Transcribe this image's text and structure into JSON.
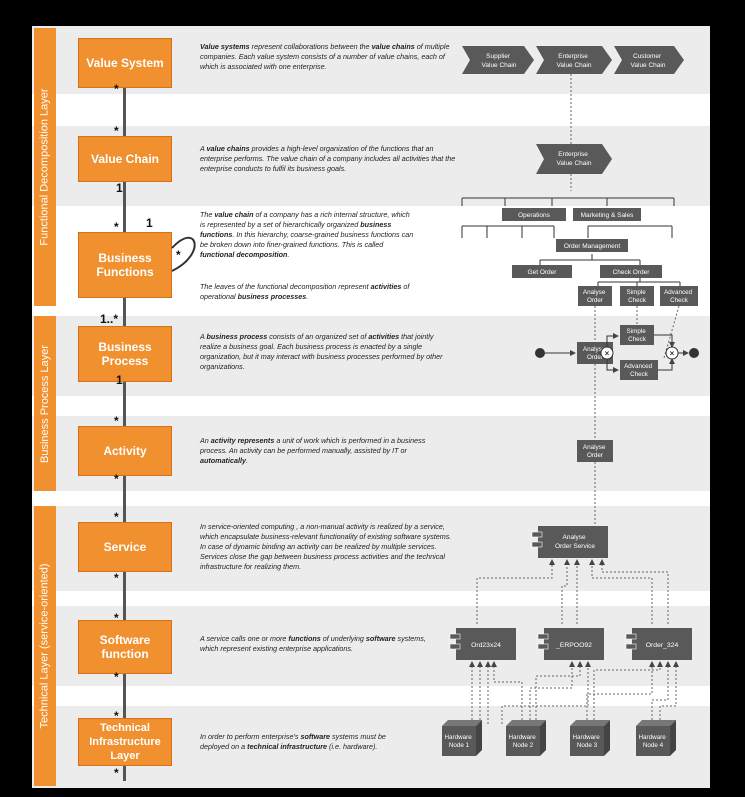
{
  "layers": {
    "functional": "Functional Decomposition Layer",
    "process": "Business Process Layer",
    "technical": "Technical Layer (service-oriented)"
  },
  "concepts": {
    "value_system": "Value System",
    "value_chain": "Value Chain",
    "business_functions": "Business Functions",
    "business_process": "Business Process",
    "activity": "Activity",
    "service": "Service",
    "software_function": "Software function",
    "technical_infrastructure": "Technical Infrastructure Layer"
  },
  "multiplicities": {
    "m1": "*",
    "m2": "*",
    "m3": "1",
    "m4": "*",
    "m5": "1",
    "m6": "*",
    "m7": "1..*",
    "m8": "1",
    "m9": "*",
    "m10": "*",
    "m11": "*",
    "m12": "*",
    "m13": "*",
    "m14": "*",
    "m15": "*",
    "m16": "*"
  },
  "descriptions": {
    "value_system": [
      "Value systems",
      " represent collaborations between the ",
      "value chains",
      " of multiple companies. Each value system consists of a number of value chains, each of which is associated with one enterprise."
    ],
    "value_chain": [
      "A ",
      "value chains",
      " provides a high-level organization of the functions that an enterprise performs. The value chain of a company includes all activities that the enterprise conducts to fulfil its business goals."
    ],
    "business_functions": [
      "The ",
      "value chain",
      " of a company has a rich internal structure, which is represented by a set of hierarchically organized ",
      "business functions",
      ". In this hierarchy, coarse-grained business functions can be broken down into finer-grained functions. This is called ",
      "functional decomposition",
      "."
    ],
    "business_functions_2": [
      "The leaves of the functional decomposition represent ",
      "activities",
      " of operational ",
      "business processes",
      "."
    ],
    "business_process": [
      "A ",
      "business process",
      " consists of an organized set of ",
      "activities",
      " that jointly realize a business goal. Each business process is enacted by a single organization, but it may interact with business processes performed by other organizations."
    ],
    "activity": [
      "An ",
      "activity represents",
      " a unit of work which is performed in a business process. An activity can be performed manually, assisted by IT or ",
      "automatically",
      "."
    ],
    "service": [
      "In service-oriented computing , a non-manual activity is realized by a service, which encapsulate business-relevant functionality of existing software systems. In case of dynamic binding an activity can be realized by multiple services. Services close the gap between business process activities and the technical infrastructure for realizing them."
    ],
    "software_function": [
      "A service calls one or more ",
      "functions",
      " of underlying ",
      "software",
      " systems, which represent existing enterprise applications."
    ],
    "technical_infrastructure": [
      "In order to perform enterprise's ",
      "software",
      " systems must be deployed on a ",
      "technical infrastructure",
      " (i.e. hardware)."
    ]
  },
  "diagram": {
    "value_system": [
      "Supplier Value Chain",
      "Enterprise Value Chain",
      "Customer Value Chain"
    ],
    "value_chain": "Enterprise Value Chain",
    "functions": {
      "operations": "Operations",
      "marketing": "Marketing & Sales",
      "order_mgmt": "Order Management",
      "get_order": "Get Order",
      "check_order": "Check Order",
      "analyse": "Analyse Order",
      "simple": "Simple Check",
      "advanced": "Advanced Check"
    },
    "process": {
      "analyse": "Analyse Order",
      "simple": "Simple Check",
      "advanced": "Advanced Check"
    },
    "activity": "Analyse Order",
    "service": "Analyse Order Service",
    "software": [
      "Ord23x24",
      "_ERPOO92",
      "Order_324"
    ],
    "hardware": [
      "Hardware Node 1",
      "Hardware Node 2",
      "Hardware Node 3",
      "Hardware Node 4"
    ]
  },
  "colors": {
    "accent": "#f0902f",
    "dark_box": "#595959",
    "band": "#ececec"
  }
}
